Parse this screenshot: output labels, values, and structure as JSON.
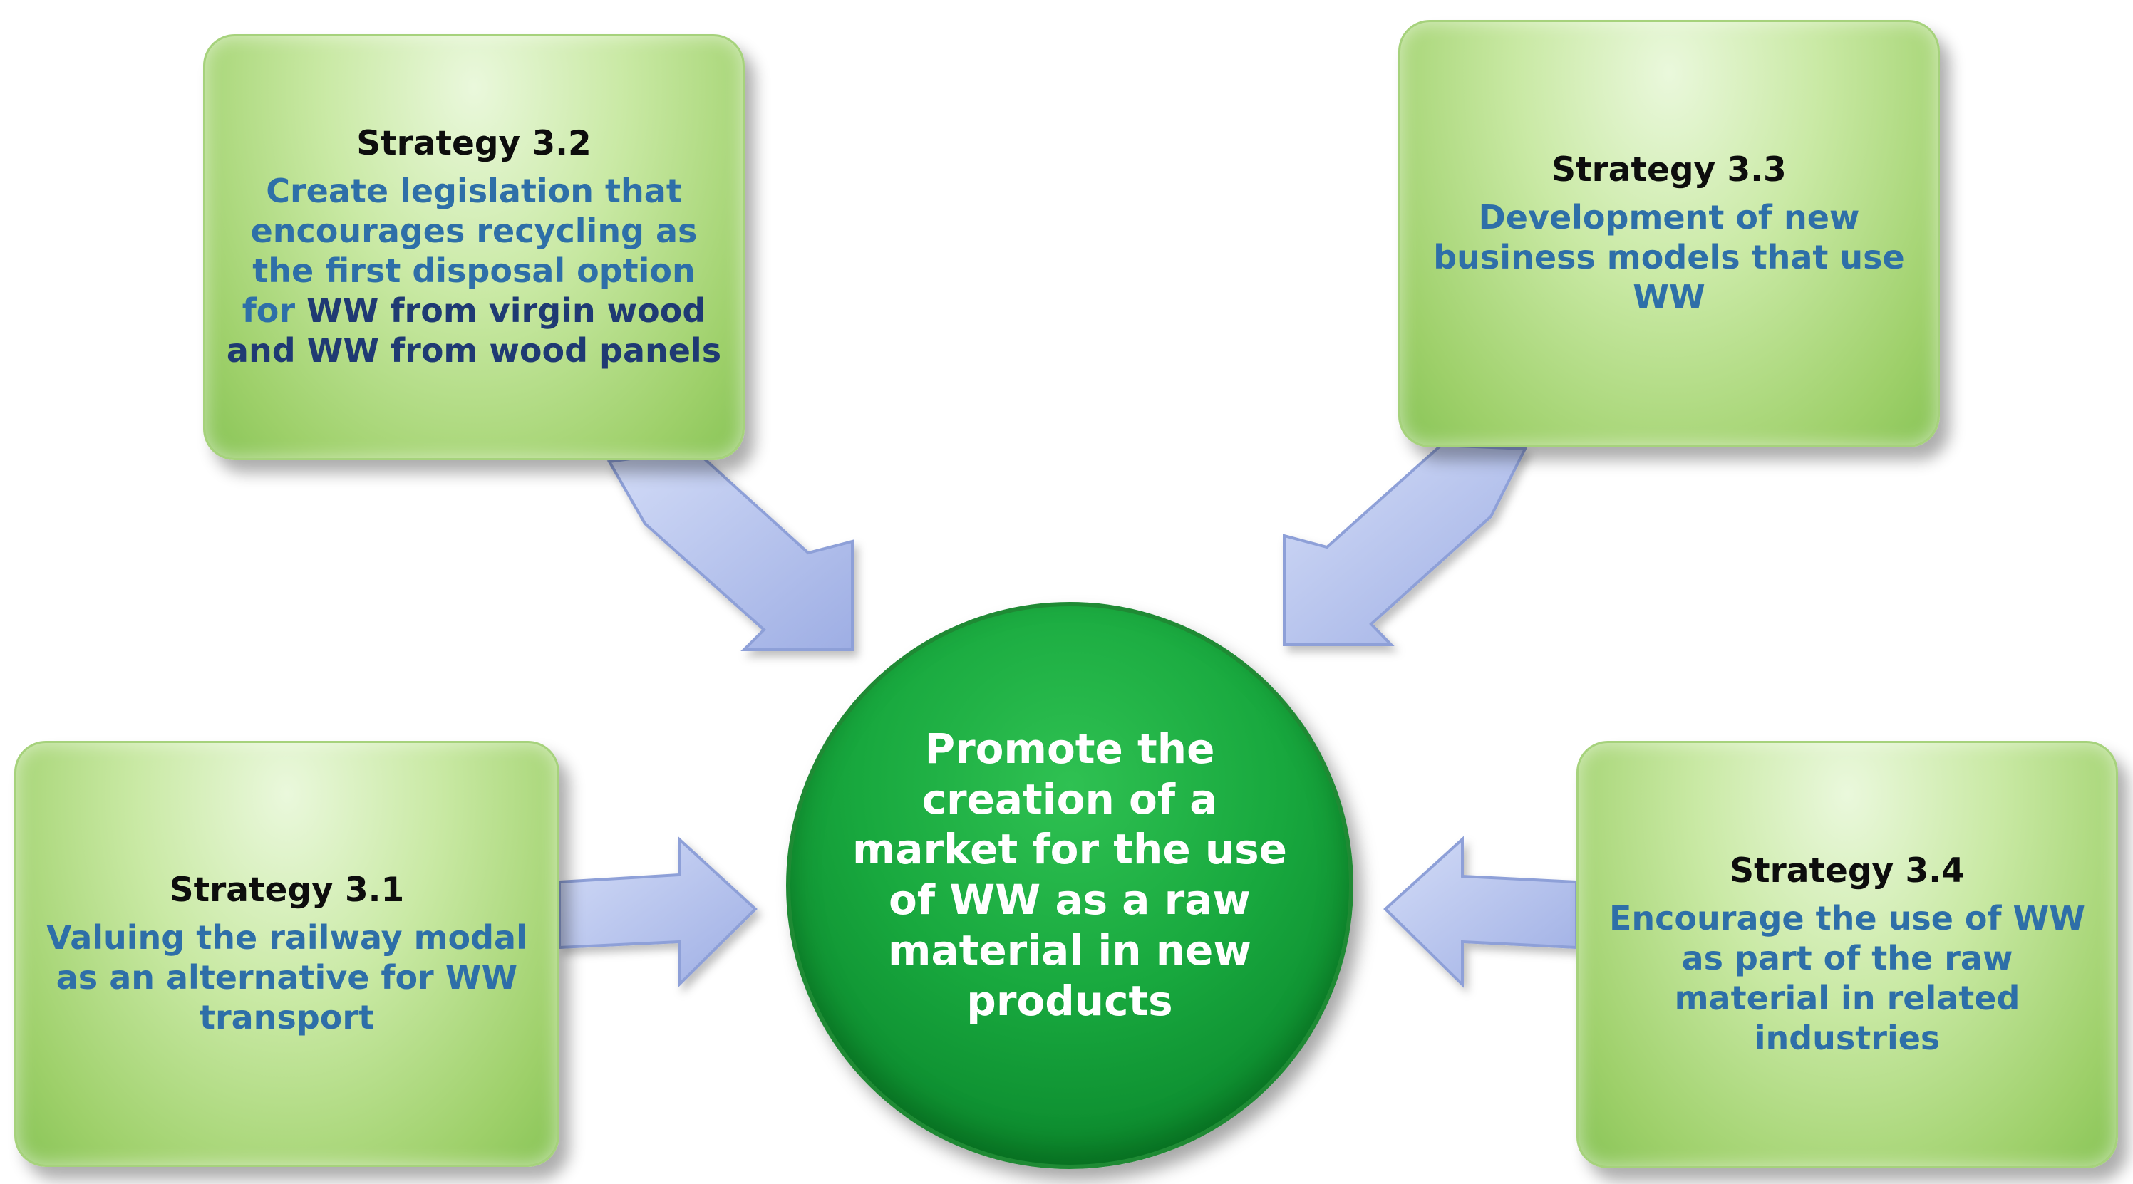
{
  "center": {
    "text": "Promote the creation of a market for the use of WW as a raw material in new products"
  },
  "strategies": {
    "s32": {
      "title": "Strategy 3.2",
      "text_light": "Create legislation that encourages recycling as the first disposal option for",
      "text_dark": "WW from virgin wood and WW from wood panels"
    },
    "s33": {
      "title": "Strategy 3.3",
      "text": "Development of new business models that use WW"
    },
    "s31": {
      "title": "Strategy 3.1",
      "text": "Valuing the railway modal as an alternative for WW transport"
    },
    "s34": {
      "title": "Strategy 3.4",
      "text": "Encourage the use of WW as part of the raw material in related industries"
    }
  },
  "colors": {
    "box_green": "#b4de86",
    "circle_green": "#18a83e",
    "arrow_fill": "#b3c0ec",
    "text_blue": "#2e6fa8",
    "text_dark_blue": "#1f3a73"
  }
}
